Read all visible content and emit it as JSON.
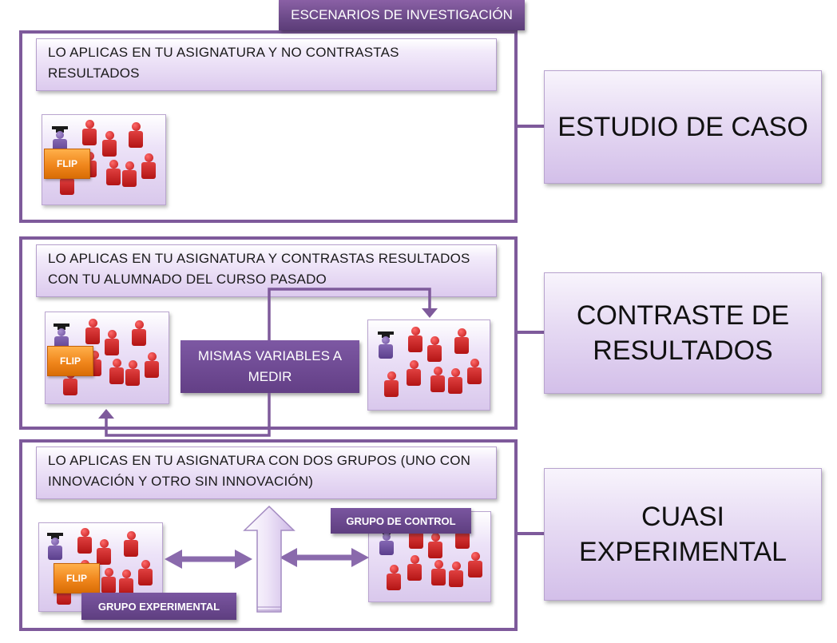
{
  "header": {
    "title": "ESCENARIOS DE INVESTIGACIÓN"
  },
  "scenarios": [
    {
      "description": "LO APLICAS EN TU ASIGNATURA Y NO CONTRASTAS RESULTADOS",
      "label": "ESTUDIO DE CASO"
    },
    {
      "description": "LO APLICAS EN TU ASIGNATURA Y CONTRASTAS RESULTADOS CON TU ALUMNADO DEL CURSO PASADO",
      "label": "CONTRASTE DE RESULTADOS",
      "middle_note": "MISMAS VARIABLES A MEDIR"
    },
    {
      "description": "LO APLICAS EN TU ASIGNATURA CON DOS GRUPOS (UNO CON INNOVACIÓN Y OTRO SIN INNOVACIÓN)",
      "label": "CUASI EXPERIMENTAL",
      "control_group": "GRUPO DE CONTROL",
      "experimental_group": "GRUPO EXPERIMENTAL"
    }
  ],
  "flip_label": "FLIP",
  "colors": {
    "frame": "#7e5a9b",
    "box_light": "#dccaee",
    "box_dark": "#633f86",
    "flip": "#f0861c",
    "student": "#c01818",
    "teacher": "#6f4f9e"
  }
}
